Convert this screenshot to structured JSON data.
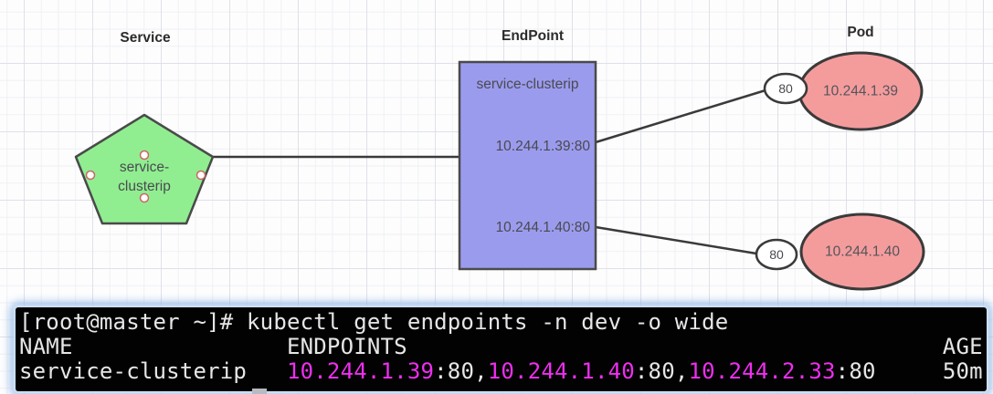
{
  "colors": {
    "service_fill": "#90ee90",
    "endpoint_fill": "#9b9bee",
    "pod_fill": "#f49c9c",
    "port_fill": "#ffffff",
    "shape_border": "#4a4a4a",
    "connector": "#3a3a3a",
    "anchor_ring": "#cc6666",
    "terminal_bg": "#020202",
    "terminal_text": "#e6e6e6",
    "terminal_magenta": "#ee2fee",
    "terminal_glow": "#8fb4e0"
  },
  "diagram": {
    "service_label": "Service",
    "endpoint_label": "EndPoint",
    "pod_label": "Pod",
    "service_node_text": "service-clusterip",
    "endpoint_title": "service-clusterip",
    "endpoint_entries": [
      "10.244.1.39:80",
      "10.244.1.40:80"
    ],
    "pods": [
      {
        "ip": "10.244.1.39",
        "port": "80"
      },
      {
        "ip": "10.244.1.40",
        "port": "80"
      }
    ]
  },
  "terminal": {
    "line1": "[root@master ~]# kubectl get endpoints -n dev -o wide",
    "line2": "NAME                ENDPOINTS                                        AGE",
    "line3_segments": [
      {
        "text": "service-clusterip   ",
        "color": "text"
      },
      {
        "text": "10.244.1.39",
        "color": "magenta"
      },
      {
        "text": ":80,",
        "color": "text"
      },
      {
        "text": "10.244.1.40",
        "color": "magenta"
      },
      {
        "text": ":80,",
        "color": "text"
      },
      {
        "text": "10.244.2.33",
        "color": "magenta"
      },
      {
        "text": ":80",
        "color": "text"
      },
      {
        "text": "     50m",
        "color": "text"
      }
    ]
  }
}
